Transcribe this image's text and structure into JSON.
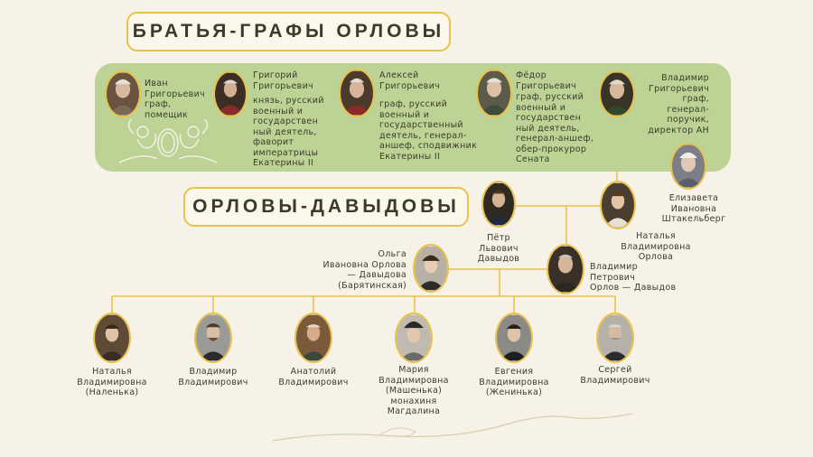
{
  "titles": {
    "brothers": "БРАТЬЯ-ГРАФЫ ОРЛОВЫ",
    "orlov_davydov": "ОРЛОВЫ-ДАВЫДОВЫ"
  },
  "brothers": [
    {
      "name": "Иван\nГригорьевич",
      "desc": "граф,\nпомещик"
    },
    {
      "name": "Григорий\nГригорьевич",
      "desc": "князь, русский\nвоенный и\nгосударствен\nный деятель,\nфаворит\nимператрицы\nЕкатерины II"
    },
    {
      "name": "Алексей\nГригорьевич",
      "desc": "граф, русский\nвоенный и\nгосударственный\nдеятель, генерал-\nаншеф, сподвижник\nЕкатерины II"
    },
    {
      "name": "Фёдор\nГригорьевич",
      "desc": "граф, русский\nвоенный и\nгосударствен\nный деятель,\nгенерал-аншеф,\nобер-прокурор\nСената"
    },
    {
      "name": "Владимир\nГригорьевич",
      "desc": "граф,\nгенерал-\nпоручик,\nдиректор АН"
    }
  ],
  "family": {
    "elizaveta": "Елизавета\nИвановна\nШтакельберг",
    "natalya": "Наталья\nВладимировна\nОрлова",
    "petr": "Пётр\nЛьвович\nДавыдов",
    "vladimir_p": "Владимир\nПетрович\nОрлов — Давыдов",
    "olga": "Ольга\nИвановна Орлова\n— Давыдова\n(Барятинская)"
  },
  "children": [
    "Наталья\nВладимировна\n(Наленька)",
    "Владимир\nВладимирович",
    "Анатолий\nВладимирович",
    "Мария\nВладимировна\n(Машенька)\nмонахиня\nМагдалина",
    "Евгения\nВладимировна\n(Женинька)",
    "Сергей\nВладимирович"
  ],
  "colors": {
    "accent": "#e8c24a",
    "band": "#bcd395",
    "background": "#f6f2e7"
  }
}
